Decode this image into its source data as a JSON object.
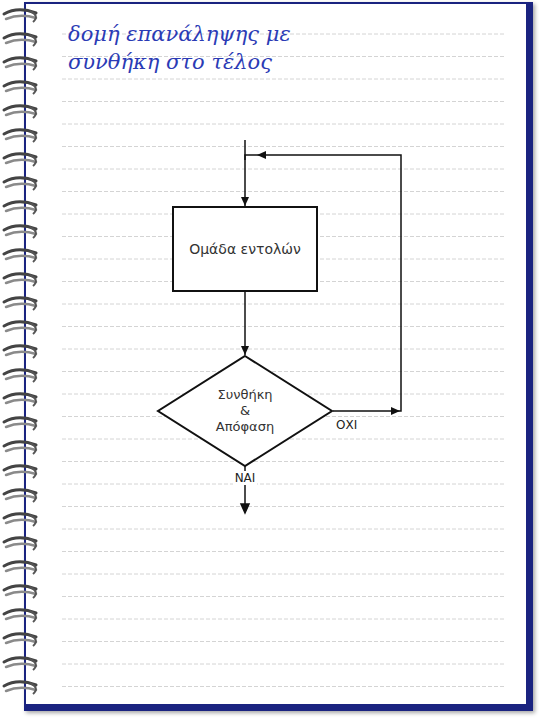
{
  "diagram": {
    "title": "δομή επανάληψης με συνθήκη στο τέλος",
    "nodes": [
      {
        "text": [
          "Ομάδα εντολών"
        ]
      },
      {
        "text": [
          "Συνθήκη & Απόφαση"
        ]
      }
    ],
    "edges": [
      {
        "from": 0,
        "to": 1,
        "arrow": "to"
      },
      {
        "from": 1,
        "to": 0,
        "label": "ΟΧΙ",
        "arrow": "to"
      }
    ],
    "labels": [
      "ΝΑΙ"
    ]
  }
}
